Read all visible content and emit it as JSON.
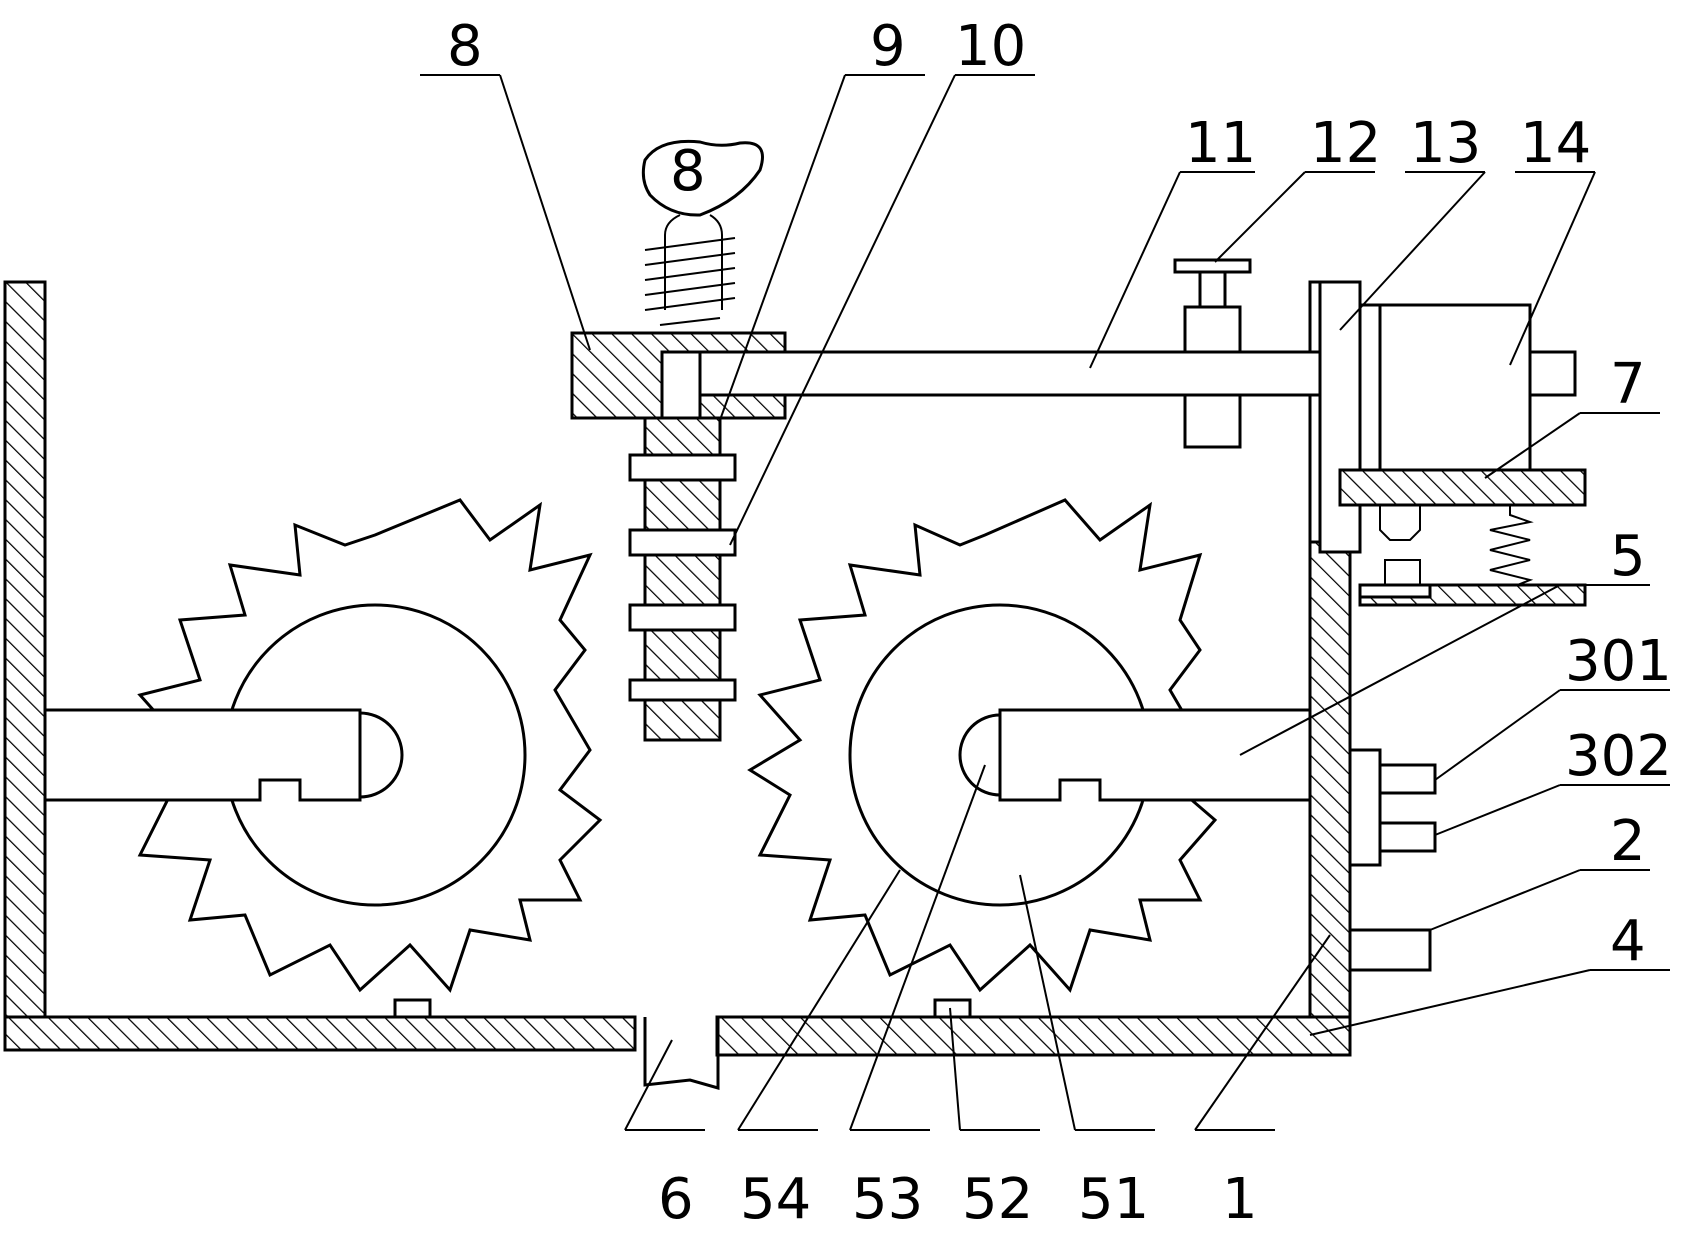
{
  "labels": {
    "l8": "8",
    "l9": "9",
    "l10": "10",
    "l11": "11",
    "l12": "12",
    "l13": "13",
    "l14": "14",
    "l7": "7",
    "l5": "5",
    "l301": "301",
    "l302": "302",
    "l2": "2",
    "l4": "4",
    "l6": "6",
    "l54": "54",
    "l53": "53",
    "l52": "52",
    "l51": "51",
    "l1": "1"
  },
  "knob_glyph": "8"
}
